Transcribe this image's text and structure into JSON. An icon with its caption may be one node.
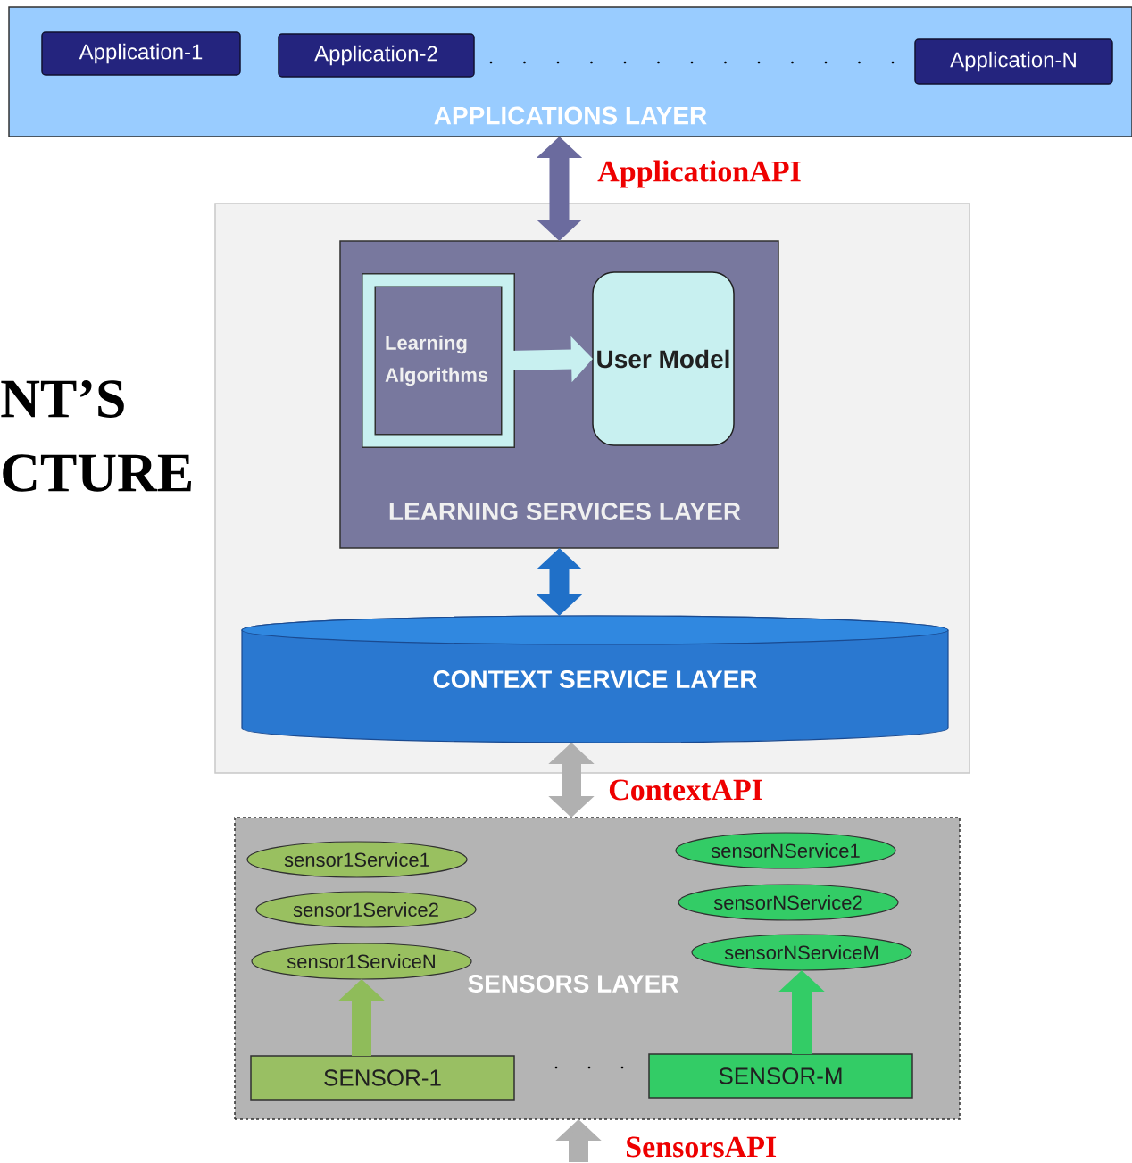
{
  "diagram": {
    "nodes": [
      {
        "text": [
          "APPLICATIONS LAYER"
        ]
      },
      {
        "text": [
          "Application-1"
        ],
        "in": 0
      },
      {
        "text": [
          "Application-2"
        ],
        "in": 0
      },
      {
        "text": [
          "Application-N"
        ],
        "in": 0
      },
      {
        "text": [],
        "shape": "box"
      },
      {
        "text": [
          "LEARNING SERVICES LAYER"
        ],
        "in": 4
      },
      {
        "text": [
          "Learning Algorithms"
        ],
        "in": 5
      },
      {
        "text": [
          "User Model"
        ],
        "in": 5
      },
      {
        "text": [
          "CONTEXT SERVICE LAYER"
        ],
        "in": 4
      },
      {
        "text": [
          "SENSORS LAYER"
        ]
      },
      {
        "text": [
          "sensor1Service1"
        ],
        "in": 9
      },
      {
        "text": [
          "sensor1Service2"
        ],
        "in": 9
      },
      {
        "text": [
          "sensor1ServiceN"
        ],
        "in": 9
      },
      {
        "text": [
          "sensorNService1"
        ],
        "in": 9
      },
      {
        "text": [
          "sensorNService2"
        ],
        "in": 9
      },
      {
        "text": [
          "sensorNServiceM"
        ],
        "in": 9
      },
      {
        "text": [
          "SENSOR-1"
        ],
        "in": 9
      },
      {
        "text": [
          "SENSOR-M"
        ],
        "in": 9
      }
    ],
    "edges": [
      {
        "from": 0,
        "to": 5,
        "arrow": "both",
        "label": "ApplicationAPI",
        "color": "#6b6b9e"
      },
      {
        "from": 6,
        "to": 7,
        "arrow": "to",
        "color": "#c8f0f0"
      },
      {
        "from": 5,
        "to": 8,
        "arrow": "both",
        "color": "#2070c8"
      },
      {
        "from": 8,
        "to": 9,
        "arrow": "both",
        "label": "ContextAPI",
        "color": "#b0b0b0"
      },
      {
        "from": 16,
        "to": 12,
        "arrow": "to",
        "color": "#8fbc5a"
      },
      {
        "from": 17,
        "to": 15,
        "arrow": "to",
        "color": "#33cc66"
      },
      {
        "from": null,
        "to": 9,
        "arrow": "to",
        "label": "SensorsAPI",
        "color": "#b0b0b0"
      }
    ],
    "labels": [
      "NT’S",
      "CTURE"
    ]
  }
}
